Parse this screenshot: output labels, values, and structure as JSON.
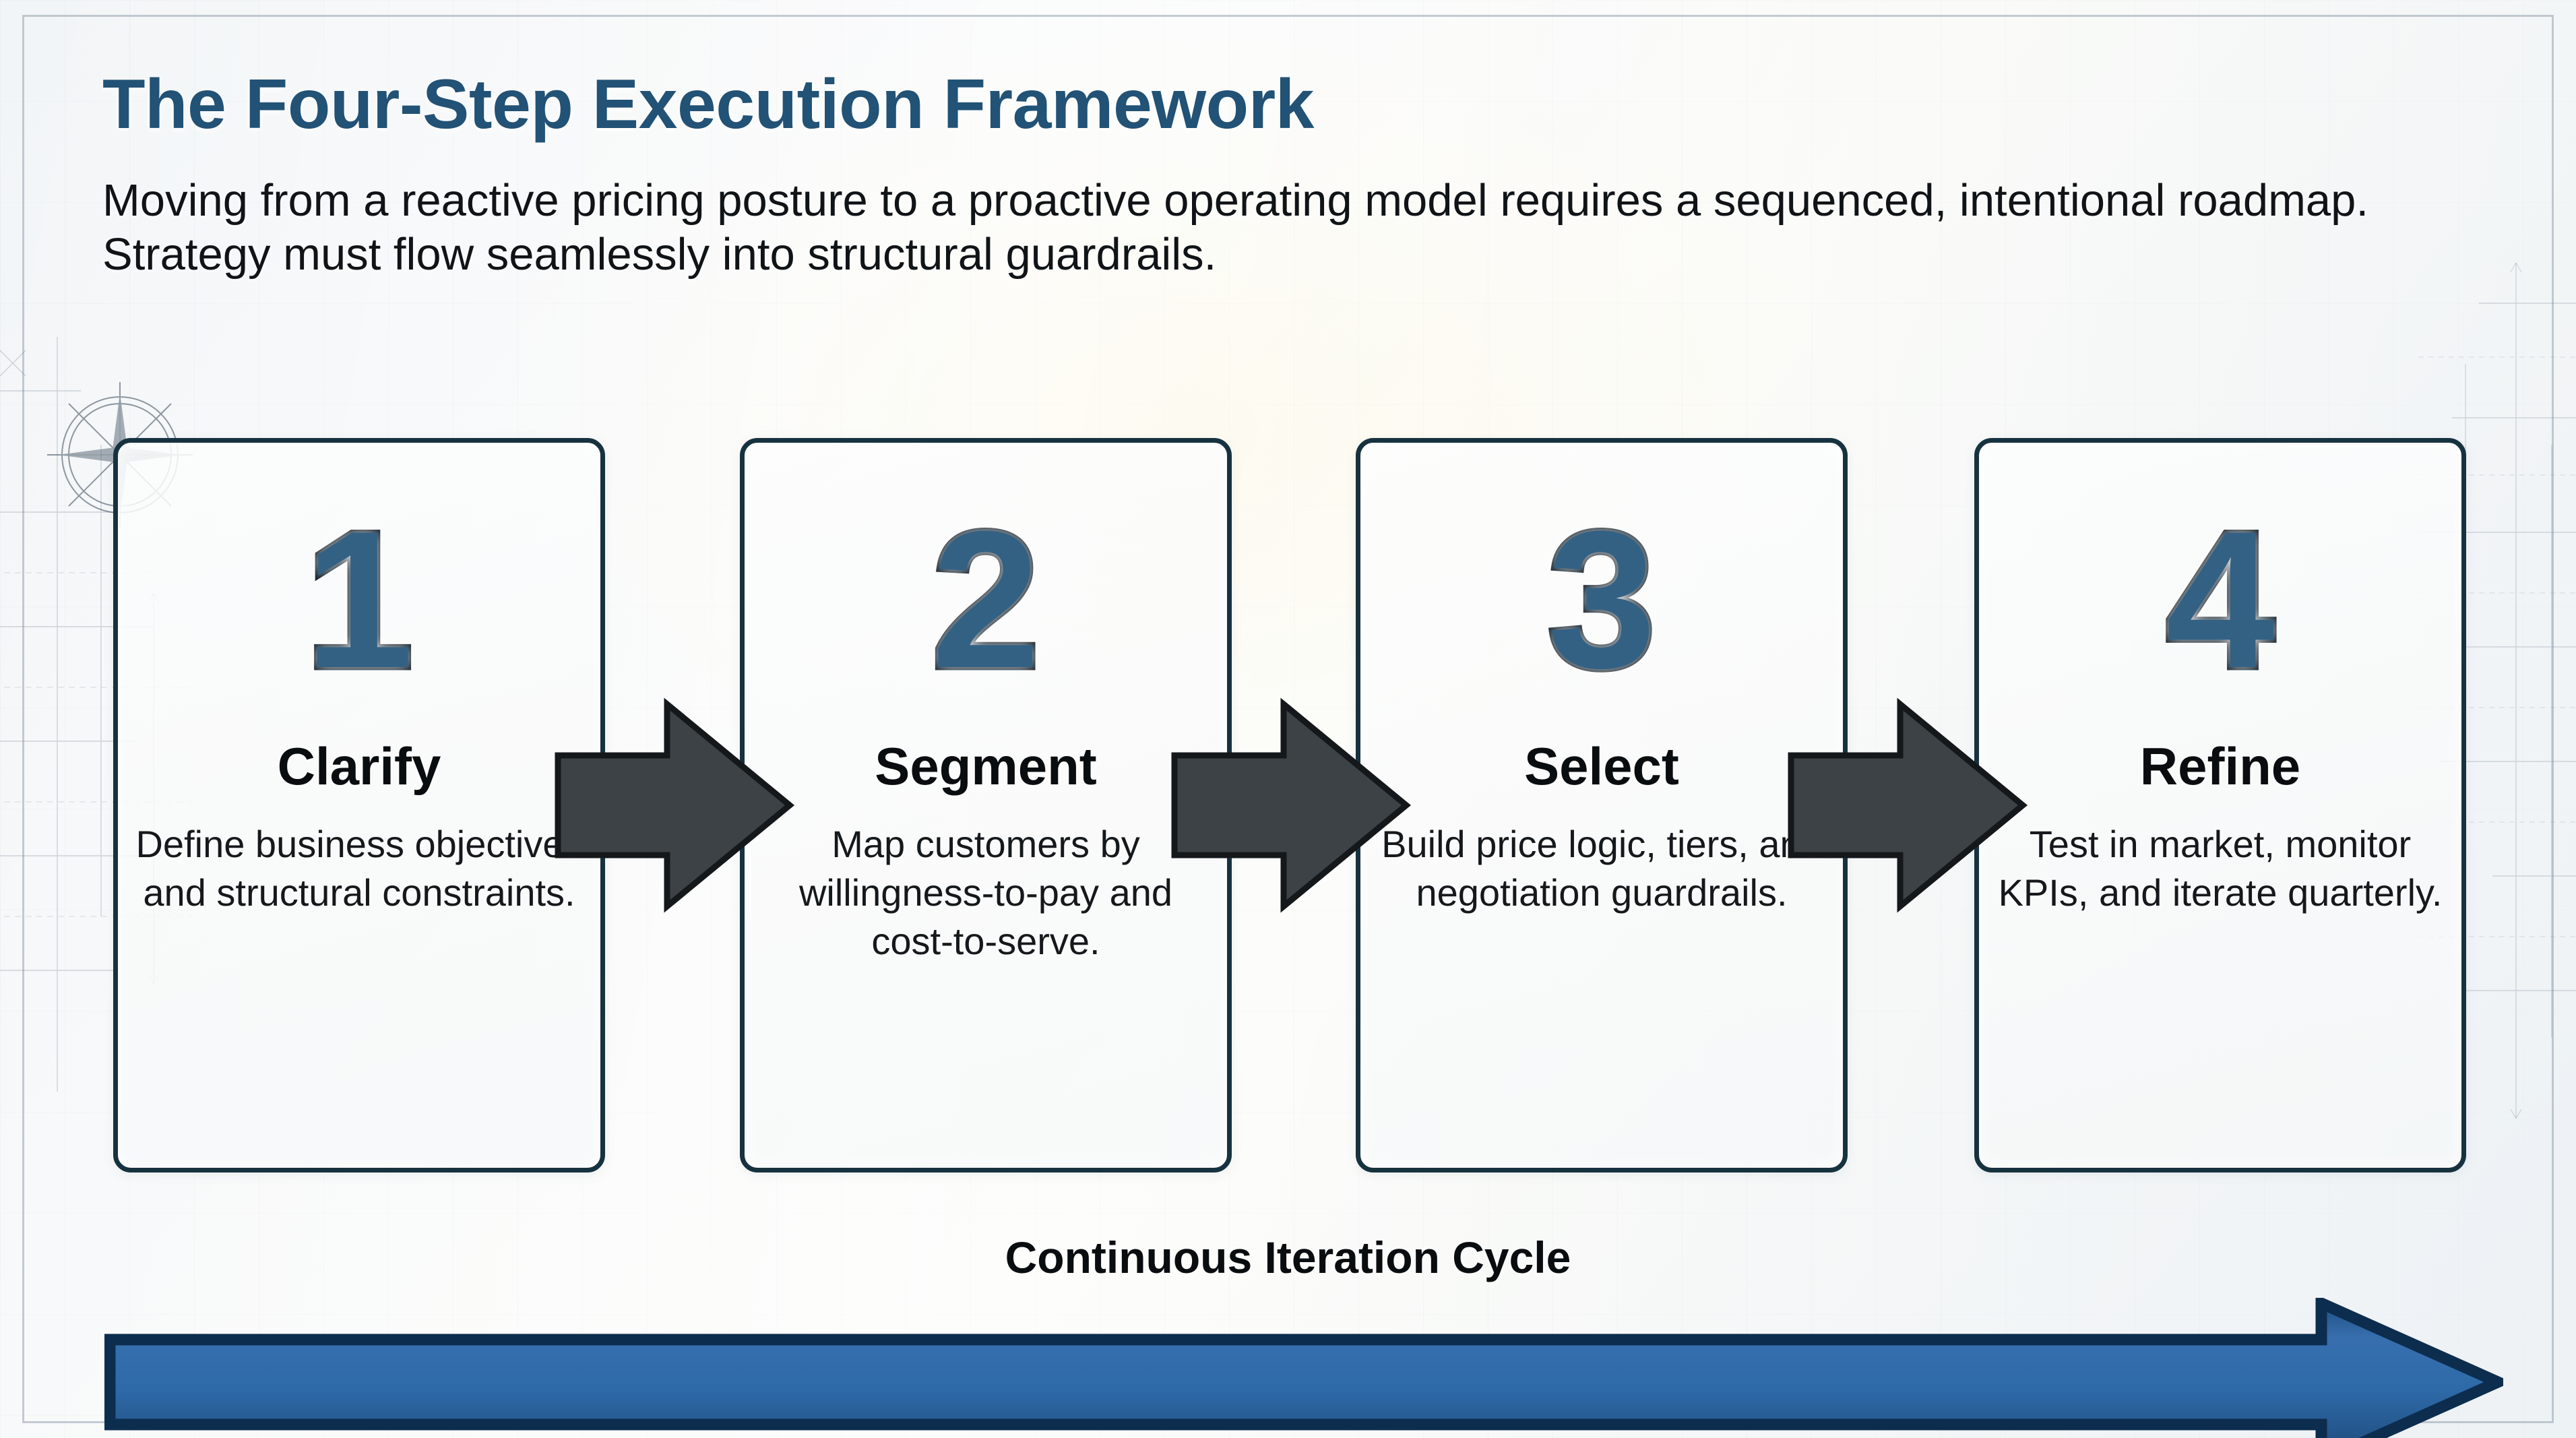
{
  "header": {
    "title": "The Four-Step Execution Framework",
    "subtitle": "Moving from a reactive pricing posture to a proactive operating model requires a sequenced, intentional roadmap. Strategy must flow seamlessly into structural guardrails."
  },
  "steps": [
    {
      "number": "1",
      "label": "Clarify",
      "description": "Define business objectives and structural constraints."
    },
    {
      "number": "2",
      "label": "Segment",
      "description": "Map customers by willingness-to-pay and cost-to-serve."
    },
    {
      "number": "3",
      "label": "Select",
      "description": "Build price logic, tiers, and negotiation guardrails."
    },
    {
      "number": "4",
      "label": "Refine",
      "description": "Test in market, monitor KPIs, and iterate quarterly."
    }
  ],
  "footer": {
    "cycle_label": "Continuous Iteration Cycle"
  },
  "colors": {
    "title_blue": "#225275",
    "numeral_blue": "#336184",
    "numeral_outline": "#0d1b26",
    "card_border": "#17323f",
    "connector_arrow": "#3c4246",
    "cycle_arrow_fill": "#2e6aa8",
    "cycle_arrow_outline": "#0c2d4e",
    "body_text": "#101417"
  }
}
